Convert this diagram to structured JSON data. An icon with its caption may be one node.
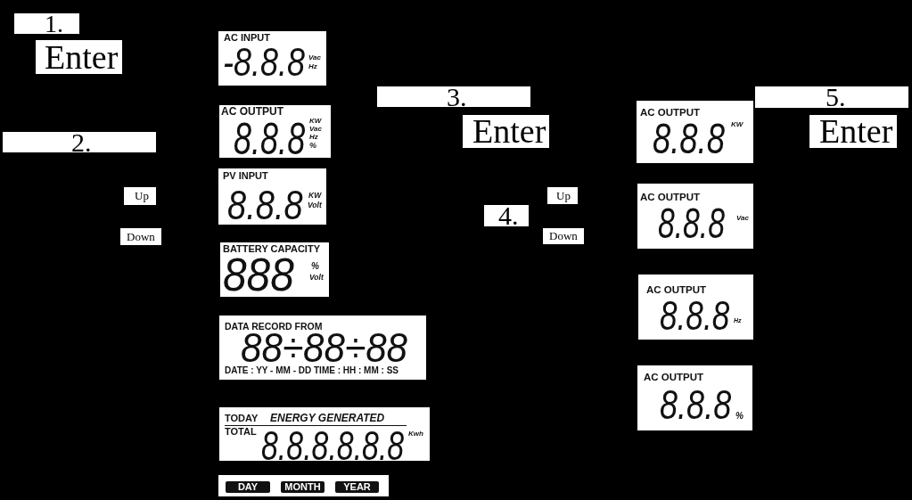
{
  "diagram": {
    "nodes": [
      {
        "text": [
          "1."
        ]
      },
      {
        "text": [
          "Enter"
        ]
      },
      {
        "text": [
          "2."
        ]
      },
      {
        "text": [
          "Up"
        ]
      },
      {
        "text": [
          "Down"
        ]
      },
      {
        "text": [
          "AC INPUT",
          "-8.8.8",
          "Vac",
          "Hz"
        ]
      },
      {
        "text": [
          "AC OUTPUT",
          "8.8.8",
          "KW",
          "Vac",
          "Hz",
          "%"
        ]
      },
      {
        "text": [
          "PV INPUT",
          "8.8.8",
          "KW",
          "Volt"
        ]
      },
      {
        "text": [
          "BATTERY CAPACITY",
          "888",
          "%",
          "Volt"
        ]
      },
      {
        "text": [
          "DATA RECORD FROM",
          "88÷88÷88",
          "DATE : YY - MM - DD TIME : HH : MM : SS"
        ]
      },
      {
        "text": [
          "TODAY",
          "ENERGY GENERATED",
          "TOTAL",
          "8.8.8.8.8.8",
          "Kwh"
        ]
      },
      {
        "text": [
          "DAY",
          "MONTH",
          "YEAR"
        ]
      },
      {
        "text": [
          "3."
        ]
      },
      {
        "text": [
          "Enter"
        ]
      },
      {
        "text": [
          "Up"
        ]
      },
      {
        "text": [
          "4."
        ]
      },
      {
        "text": [
          "Down"
        ]
      },
      {
        "text": [
          "AC OUTPUT",
          "8.8.8",
          "KW"
        ]
      },
      {
        "text": [
          "AC OUTPUT",
          "8.8.8",
          "Vac"
        ]
      },
      {
        "text": [
          "AC OUTPUT",
          "8.8.8",
          "Hz"
        ]
      },
      {
        "text": [
          "AC OUTPUT",
          "8.8.8",
          "%"
        ]
      },
      {
        "text": [
          "5."
        ]
      },
      {
        "text": [
          "Enter"
        ]
      }
    ]
  }
}
